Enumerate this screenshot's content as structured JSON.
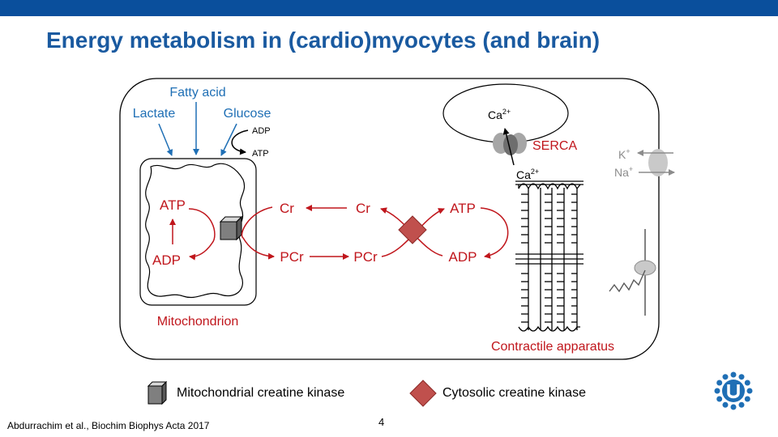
{
  "slide": {
    "title": "Energy metabolism in (cardio)myocytes (and brain)",
    "page_number": "4",
    "citation": "Abdurrachim et al., Biochim Biophys Acta 2017",
    "colors": {
      "header_bar": "#0a4f9c",
      "title": "#1a5aa0",
      "red": "#c0161c",
      "blue": "#1f6fb5",
      "grey": "#a6a6a6",
      "kinase_cube": "#7f7f7f",
      "kinase_diamond": "#c0504d"
    }
  },
  "diagram": {
    "substrates": {
      "fatty_acid": "Fatty acid",
      "lactate": "Lactate",
      "glucose": "Glucose"
    },
    "glycolysis": {
      "adp": "ADP",
      "atp": "ATP"
    },
    "mitochondrion": {
      "label": "Mitochondrion",
      "atp": "ATP",
      "adp": "ADP"
    },
    "shuttle": {
      "cr_left": "Cr",
      "cr_right": "Cr",
      "pcr_left": "PCr",
      "pcr_right": "PCr"
    },
    "contraction": {
      "atp": "ATP",
      "adp": "ADP",
      "label": "Contractile apparatus"
    },
    "sr": {
      "ca_top": "Ca",
      "ca_bottom": "Ca",
      "ca_superscript": "2+",
      "pump": "SERCA"
    },
    "ion_channel": {
      "k": "K",
      "na": "Na",
      "superscript": "+"
    }
  },
  "legend": {
    "mito_ck": "Mitochondrial creatine kinase",
    "cyto_ck": "Cytosolic creatine kinase"
  }
}
